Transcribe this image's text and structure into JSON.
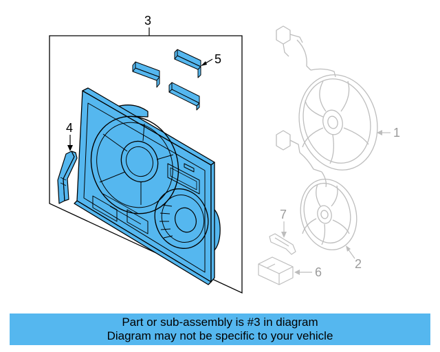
{
  "callouts": {
    "c1": "1",
    "c2": "2",
    "c3": "3",
    "c4": "4",
    "c5": "5",
    "c6": "6",
    "c7": "7"
  },
  "caption": {
    "line1": "Part or sub-assembly is #3 in diagram",
    "line2": "Diagram may not be specific to your vehicle"
  },
  "colors": {
    "highlight": "#55b7ef",
    "line": "#000000",
    "faded": "#bdbdbd",
    "banner": "#55b7ef"
  }
}
